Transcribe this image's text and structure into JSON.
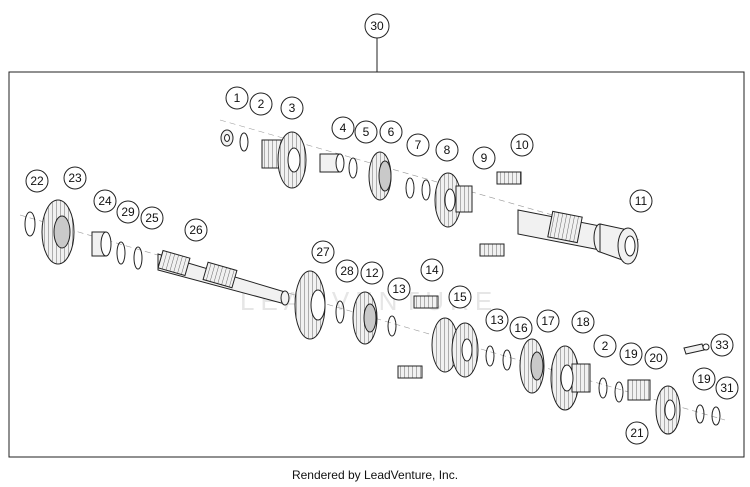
{
  "diagram": {
    "parent_callout": "30",
    "callouts": [
      "1",
      "2",
      "3",
      "4",
      "5",
      "6",
      "7",
      "8",
      "9",
      "10",
      "11",
      "22",
      "23",
      "24",
      "29",
      "25",
      "26",
      "27",
      "28",
      "12",
      "13",
      "14",
      "15",
      "13",
      "16",
      "17",
      "18",
      "2",
      "19",
      "20",
      "33",
      "19",
      "31",
      "21"
    ]
  },
  "footer": {
    "text": "Rendered by LeadVenture, Inc."
  },
  "watermark": {
    "text": "LEADVENTURE"
  },
  "colors": {
    "line": "#222222",
    "part_fill": "#f1f1f1",
    "shade": "#c9c9c9"
  }
}
